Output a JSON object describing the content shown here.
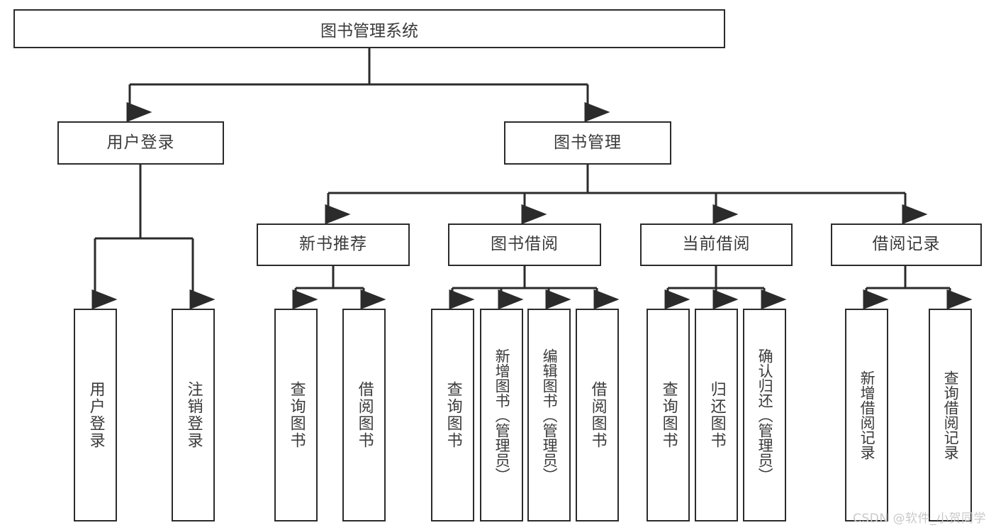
{
  "diagram": {
    "title": "图书管理系统",
    "type": "tree-hierarchy",
    "root": {
      "label": "图书管理系统"
    },
    "level2": [
      {
        "label": "用户登录"
      },
      {
        "label": "图书管理"
      }
    ],
    "level3": [
      {
        "label": "新书推荐"
      },
      {
        "label": "图书借阅"
      },
      {
        "label": "当前借阅"
      },
      {
        "label": "借阅记录"
      }
    ],
    "leaves": {
      "user_login": [
        {
          "label": "用户登录"
        },
        {
          "label": "注销登录"
        }
      ],
      "new_book_recommend": [
        {
          "label": "查询图书"
        },
        {
          "label": "借阅图书"
        }
      ],
      "book_borrow": [
        {
          "label": "查询图书"
        },
        {
          "label": "新增图书（管理员）"
        },
        {
          "label": "编辑图书（管理员）"
        },
        {
          "label": "借阅图书"
        }
      ],
      "current_borrow": [
        {
          "label": "查询图书"
        },
        {
          "label": "归还图书"
        },
        {
          "label": "确认归还（管理员）"
        }
      ],
      "borrow_record": [
        {
          "label": "新增借阅记录"
        },
        {
          "label": "查询借阅记录"
        }
      ]
    }
  },
  "watermark": {
    "text": "CSDN @软件_小贺同学"
  },
  "colors": {
    "stroke": "#2b2b2b",
    "text": "#3a3a3a",
    "background": "#ffffff",
    "watermark": "#c9c9c9"
  }
}
